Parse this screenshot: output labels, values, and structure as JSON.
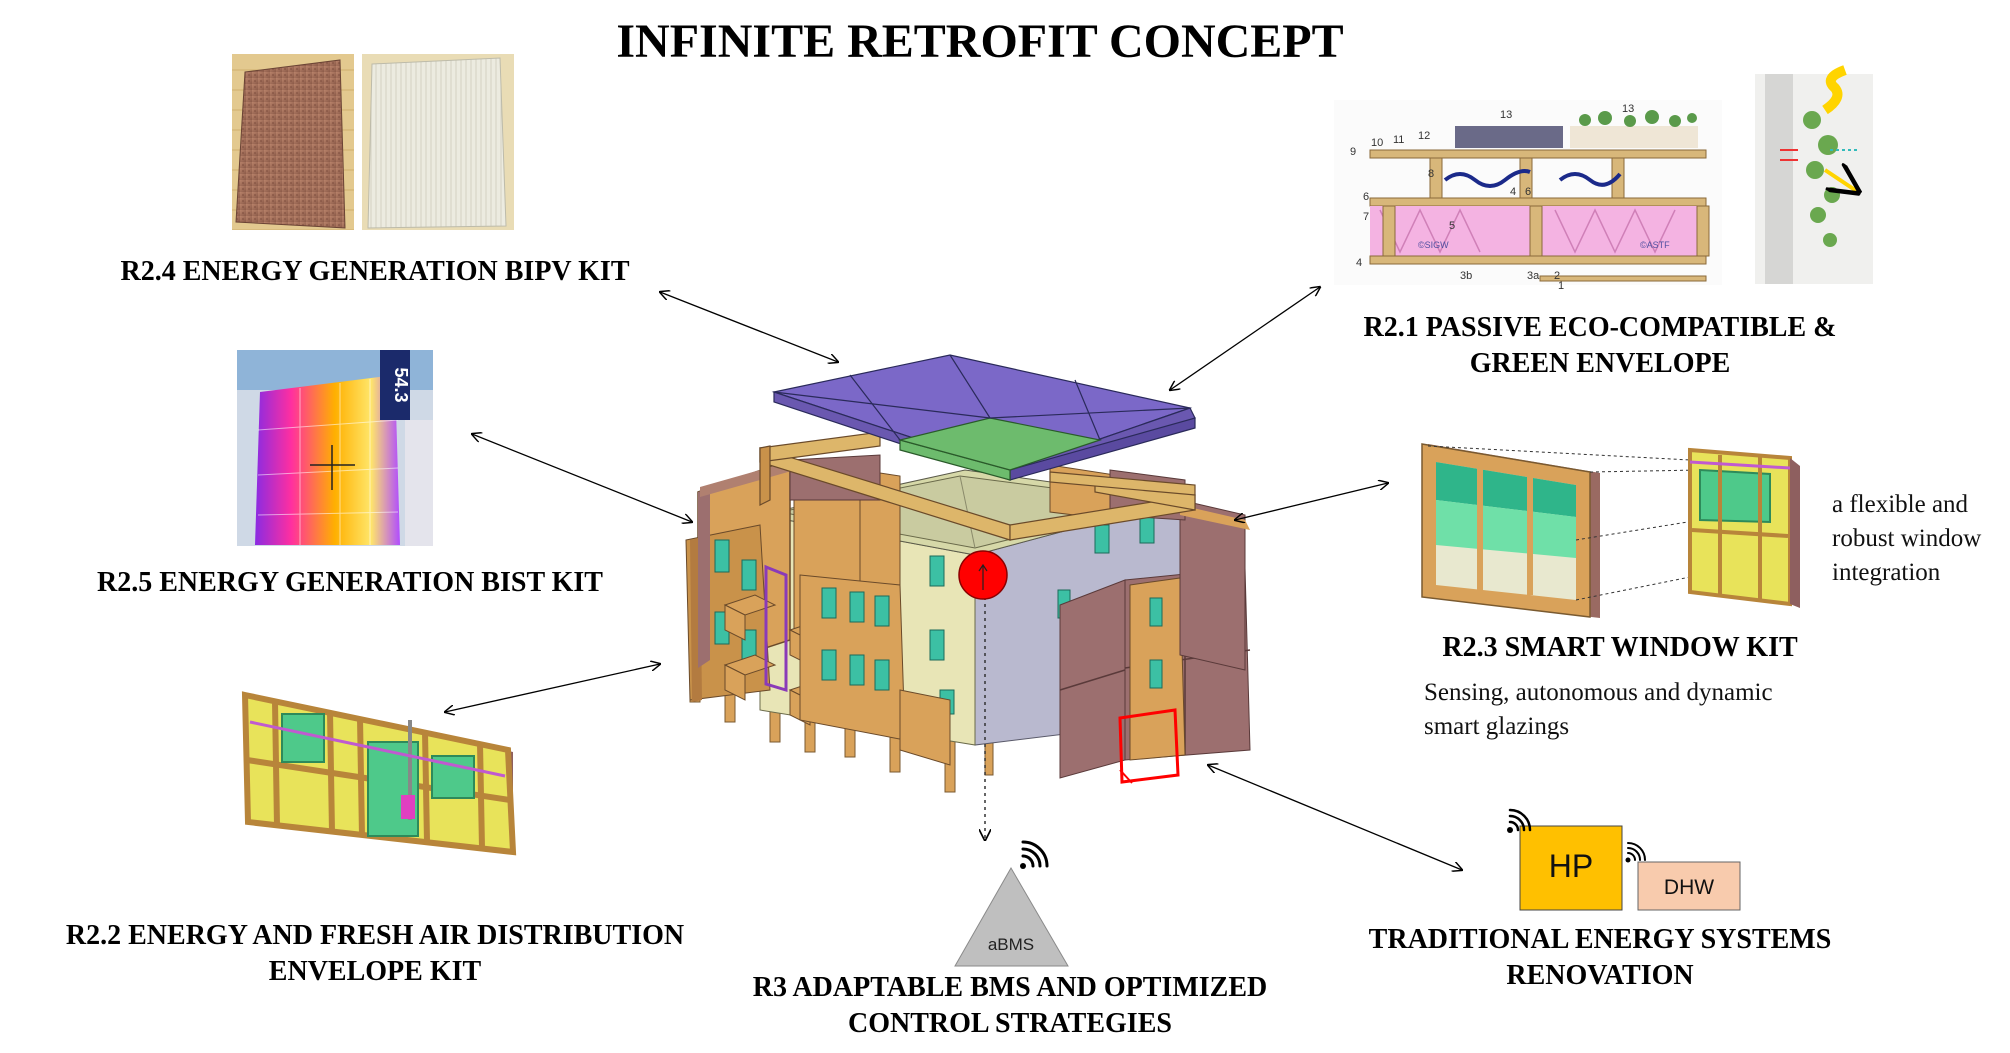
{
  "title": "INFINITE RETROFIT CONCEPT",
  "labels": {
    "r24": "R2.4 ENERGY GENERATION BIPV KIT",
    "r25": "R2.5 ENERGY GENERATION BIST KIT",
    "r22_line1": "R2.2 ENERGY AND FRESH AIR DISTRIBUTION",
    "r22_line2": "ENVELOPE KIT",
    "r3_line1": "R3 ADAPTABLE BMS AND OPTIMIZED",
    "r3_line2": "CONTROL STRATEGIES",
    "r21_line1": "R2.1 PASSIVE ECO-COMPATIBLE &",
    "r21_line2": "GREEN ENVELOPE",
    "r23": "R2.3 SMART WINDOW KIT",
    "trad_line1": "TRADITIONAL ENERGY SYSTEMS",
    "trad_line2": "RENOVATION"
  },
  "notes": {
    "window_line1": "a flexible and",
    "window_line2": "robust window",
    "window_line3": "integration",
    "smart_line1": "Sensing, autonomous and dynamic",
    "smart_line2": "smart glazings"
  },
  "devices": {
    "hp": "HP",
    "dhw": "DHW",
    "abms": "aBMS"
  },
  "envelope_numbers": [
    "1",
    "2",
    "3a",
    "3b",
    "4",
    "5",
    "6",
    "7",
    "8",
    "9",
    "10",
    "11",
    "12",
    "13",
    "13",
    "4",
    "6"
  ],
  "thermo_label": "54.3",
  "insulation_marks": [
    "©SIGW",
    "©ASTF"
  ],
  "colors": {
    "roof_purple": "#7b68c8",
    "roof_green": "#6dbb6d",
    "wood": "#d9a25a",
    "panel_brown": "#9c6f6f",
    "wall_beige": "#e8e5b6",
    "wall_grey": "#b9b9cf",
    "window_teal": "#3cc0a4",
    "hp_yellow": "#ffc000",
    "dhw_peach": "#f8cbad",
    "abms_grey": "#bfbfbf",
    "insulation_pink": "#f2a6d8",
    "marker_red": "#ff0000"
  }
}
